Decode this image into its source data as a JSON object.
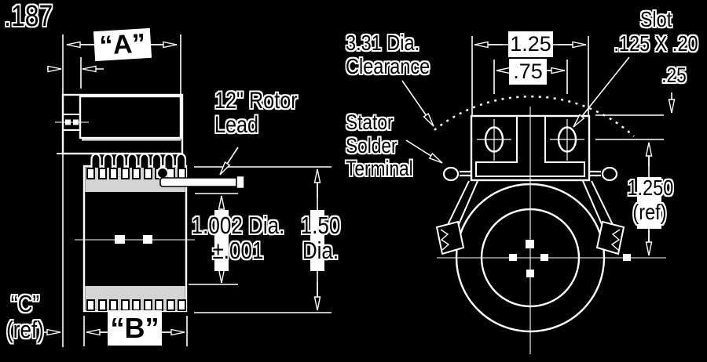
{
  "drawing": {
    "type": "technical outline drawing, side view and end view",
    "colors": {
      "background": "#000000",
      "line": "#ffffff",
      "lamination": "#d4d4d4",
      "label_box": "#ffffff",
      "text": "#000000"
    }
  },
  "left_view": {
    "dim_a": "“A”",
    "dim_offset": ".187",
    "lead_label_line1": "12\" Rotor",
    "lead_label_line2": "Lead",
    "bore_dia_line1": "1.002 Dia.",
    "bore_dia_line2": "±.001",
    "body_dia_line1": "1.50",
    "body_dia_line2": "Dia.",
    "dim_b": "“B”",
    "dim_c_line1": "“C”",
    "dim_c_line2": "(ref)"
  },
  "right_view": {
    "clearance_line1": "3.31 Dia.",
    "clearance_line2": "Clearance",
    "slot_line1": "Slot",
    "slot_line2": ".125 X .20",
    "dim_width": "1.25",
    "dim_slot_spacing": ".75",
    "dim_step": ".25",
    "terminal_line1": "Stator",
    "terminal_line2": "Solder",
    "terminal_line3": "Terminal",
    "dim_center_line1": "1.250",
    "dim_center_line2": "(ref)"
  }
}
